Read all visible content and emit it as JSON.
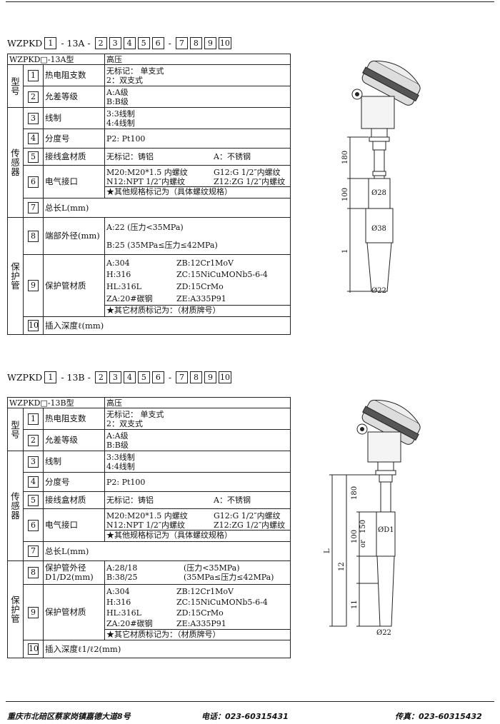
{
  "s1": {
    "prefix": "WZPKD",
    "mid": "- 13A -",
    "boxes": [
      "1",
      "2",
      "3",
      "4",
      "5",
      "6",
      "7",
      "8",
      "9",
      "10"
    ],
    "header": {
      "model": "WZPKD□-13A型",
      "desc": "高压"
    },
    "groups": {
      "xinghao": "型号",
      "chuanganqi": "传感器",
      "baohuguan": "保护管"
    },
    "rows": {
      "r1": {
        "n": "1",
        "name": "热电阻支数",
        "v1": "无标记：  单支式",
        "v2": "2：双支式"
      },
      "r2": {
        "n": "2",
        "name": "允差等级",
        "v1": "A:A级",
        "v2": "B:B级"
      },
      "r3": {
        "n": "3",
        "name": "线制",
        "v1": "3:3线制",
        "v2": "4:4线制"
      },
      "r4": {
        "n": "4",
        "name": "分度号",
        "v1": "P2: Pt100"
      },
      "r5": {
        "n": "5",
        "name": "接线盒材质",
        "v1": "无标记：铸铝",
        "v2": "A：不锈钢"
      },
      "r6": {
        "n": "6",
        "name": "电气接口",
        "a1": "M20:M20*1.5 内螺纹",
        "b1": "G12:G 1/2″内螺纹",
        "a2": "N12:NPT 1/2″内螺纹",
        "b2": "Z12:ZG 1/2″内螺纹",
        "note": "★其他规格标记为（具体螺纹规格）"
      },
      "r7": {
        "n": "7",
        "name": "总长L(mm)"
      },
      "r8": {
        "n": "8",
        "name": "端部外径(mm)",
        "v1": "A:22  (压力<35MPa)",
        "v2": "B:25  (35MPa≤压力≤42MPa)"
      },
      "r9": {
        "n": "9",
        "name": "保护管材质",
        "a1": "A:304",
        "b1": "ZB:12Cr1MoV",
        "a2": "H:316",
        "b2": "ZC:15NiCuMONb5-6-4",
        "a3": "HL:316L",
        "b3": "ZD:15CrMo",
        "a4": "ZA:20#碳钢",
        "b4": "ZE:A335P91",
        "note": "★其它材质标记为：（材质牌号）"
      },
      "r10": {
        "n": "10",
        "name": "插入深度ℓ(mm)"
      }
    },
    "drawing": {
      "d180": "180",
      "d100": "100",
      "d1": "1",
      "phi28": "Ø28",
      "phi38": "Ø38",
      "phi22": "Ø22"
    }
  },
  "s2": {
    "prefix": "WZPKD",
    "mid": "- 13B -",
    "boxes": [
      "1",
      "2",
      "3",
      "4",
      "5",
      "6",
      "7",
      "8",
      "9",
      "10"
    ],
    "header": {
      "model": "WZPKD□-13B型",
      "desc": "高压"
    },
    "groups": {
      "xinghao": "型号",
      "chuanganqi": "传感器",
      "baohuguan": "保护管"
    },
    "rows": {
      "r1": {
        "n": "1",
        "name": "热电阻支数",
        "v1": "无标记：  单支式",
        "v2": "2：双支式"
      },
      "r2": {
        "n": "2",
        "name": "允差等级",
        "v1": "A:A级",
        "v2": "B:B级"
      },
      "r3": {
        "n": "3",
        "name": "线制",
        "v1": "3:3线制",
        "v2": "4:4线制"
      },
      "r4": {
        "n": "4",
        "name": "分度号",
        "v1": "P2: Pt100"
      },
      "r5": {
        "n": "5",
        "name": "接线盒材质",
        "v1": "无标记：铸铝",
        "v2": "A：不锈钢"
      },
      "r6": {
        "n": "6",
        "name": "电气接口",
        "a1": "M20:M20*1.5 内螺纹",
        "b1": "G12:G 1/2″内螺纹",
        "a2": "N12:NPT 1/2″内螺纹",
        "b2": "Z12:ZG 1/2″内螺纹",
        "note": "★其他规格标记为（具体螺纹规格）"
      },
      "r7": {
        "n": "7",
        "name": "总长L(mm)"
      },
      "r8": {
        "n": "8",
        "name1": "保护管外径",
        "name2": "D1/D2(mm)",
        "a1": "A:28/18",
        "b1": "(压力<35MPa)",
        "a2": "B:38/25",
        "b2": "(35MPa≤压力≤42MPa)"
      },
      "r9": {
        "n": "9",
        "name": "保护管材质",
        "a1": "A:304",
        "b1": "ZB:12Cr1MoV",
        "a2": "H:316",
        "b2": "ZC:15NiCuMONb5-6-4",
        "a3": "HL:316L",
        "b3": "ZD:15CrMo",
        "a4": "ZA:20#碳钢",
        "b4": "ZE:A335P91",
        "note": "★其它材质标记为：（材质牌号）"
      },
      "r10": {
        "n": "10",
        "name": "插入深度ℓ1/ℓ2(mm)"
      }
    },
    "drawing": {
      "d180": "180",
      "d100": "100",
      "or": "or",
      "d150": "150",
      "d12": "12",
      "d11": "11",
      "L": "L",
      "phiD1": "ØD1",
      "phi22": "Ø22"
    }
  },
  "footer": {
    "address": "重庆市北碚区蔡家岗镇嘉德大道8号",
    "phone": "电话：023-60315431",
    "fax": "传真：023-60315432"
  }
}
